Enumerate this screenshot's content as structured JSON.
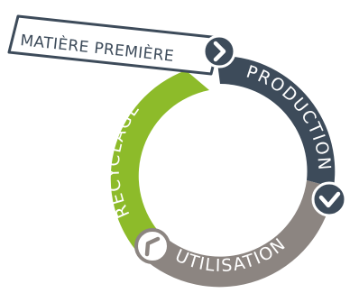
{
  "stages": {
    "raw_material": "MATIÈRE PREMIÈRE",
    "production": "PRODUCTION",
    "utilisation": "UTILISATION",
    "recycling": "RECYCLAGE"
  },
  "colors": {
    "production": "#3d4b5a",
    "utilisation": "#8c8581",
    "recycling": "#8dbb2a",
    "ribbon_border": "#3d4b5a",
    "ribbon_fill": "#ffffff"
  },
  "icons": {
    "production_to_utilisation": "chevron-icon",
    "utilisation_to_recycling": "chevron-icon",
    "raw_material_to_production": "chevron-right-icon"
  }
}
